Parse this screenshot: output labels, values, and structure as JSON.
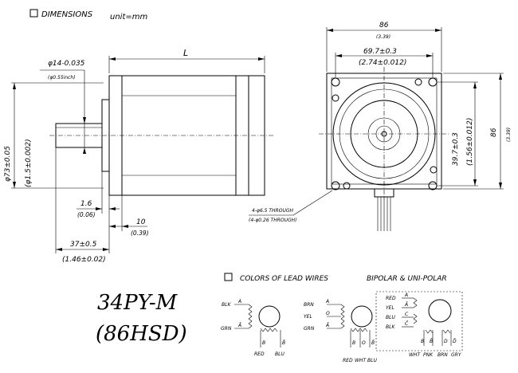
{
  "headings": {
    "dimensions": "DIMENSIONS",
    "unit": "unit=mm",
    "lead_colors": "COLORS OF LEAD WIRES",
    "polar": "BIPOLAR & UNI-POLAR"
  },
  "model": {
    "line1": "34PY-M",
    "line2": "(86HSD)"
  },
  "side_view": {
    "length_label": "L",
    "shaft_dia": "φ14-0.035",
    "shaft_dia_in": "(φ0.55inch)",
    "boss_dia": "φ73±0.05",
    "boss_dia_in": "(φ1.5±0.002)",
    "boss_len": "1.6",
    "boss_len_in": "(0.06)",
    "flange_thk": "10",
    "flange_thk_in": "(0.39)",
    "shaft_len": "37±0.5",
    "shaft_len_in": "(1.46±0.02)"
  },
  "front_view": {
    "width": "86",
    "width_in": "(3.39)",
    "bolt_pitch": "69.7±0.3",
    "bolt_pitch_in": "(2.74±0.012)",
    "half_pitch": "39.7±0.3",
    "half_pitch_in": "(1.56±0.012)",
    "height": "86",
    "height_in": "(3.39)",
    "hole_note": "4-φ6.5 THROUGH",
    "hole_note_in": "(4-φ0.26 THROUGH)"
  },
  "wiring": {
    "d1": {
      "wires": [
        "BLK",
        "GRN"
      ],
      "ends": [
        "A",
        "Ā"
      ],
      "bottom": [
        "B",
        "B̄"
      ],
      "colors": [
        "RED",
        "BLU"
      ]
    },
    "d2": {
      "wires": [
        "BRN",
        "YEL",
        "GRN"
      ],
      "ends": [
        "A",
        "O",
        "Ā"
      ],
      "bottom": [
        "B",
        "O",
        "B̄"
      ],
      "colors": [
        "RED",
        "WHT",
        "BLU"
      ]
    },
    "d3": {
      "wires": [
        "RED",
        "YEL",
        "BLU",
        "BLK"
      ],
      "ends": [
        "A",
        "Ā",
        "C",
        "C̄"
      ],
      "bottom": [
        "B",
        "B̄",
        "D",
        "D̄"
      ],
      "colors": [
        "WHT",
        "PNK",
        "BRN",
        "GRY"
      ]
    }
  }
}
